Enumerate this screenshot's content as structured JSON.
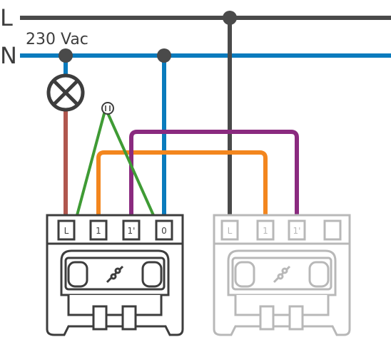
{
  "rails": {
    "line_label": "L",
    "neutral_label": "N",
    "voltage_label": "230 Vac"
  },
  "module_1": {
    "terminals": [
      "L",
      "1",
      "1'",
      "0"
    ]
  },
  "module_2": {
    "terminals": [
      "L",
      "1",
      "1'",
      ""
    ]
  },
  "colors": {
    "line": "#4a4a4a",
    "neutral": "#0a7bbd",
    "lamp_wire": "#b0574e",
    "green": "#3f9b35",
    "orange": "#f3861e",
    "purple": "#8a2a7f",
    "module_active": "#3d3d3d",
    "module_inactive": "#b8b8b8"
  }
}
